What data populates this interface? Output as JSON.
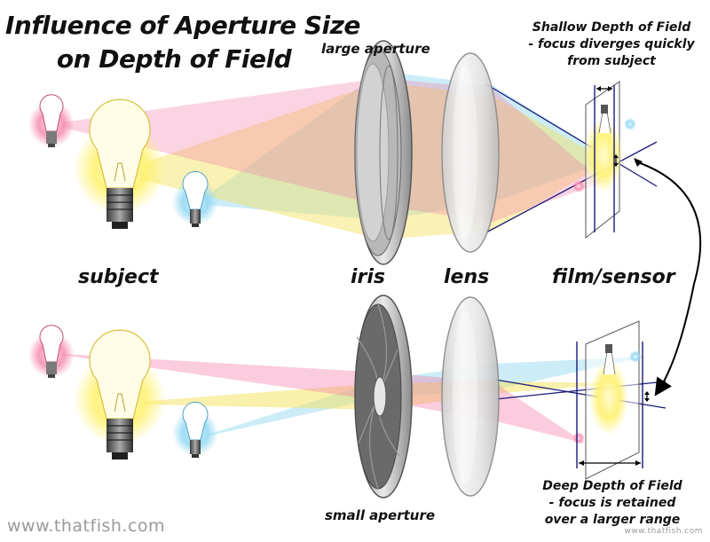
{
  "title": {
    "line1": "Influence of Aperture Size",
    "line2": "on Depth of Field"
  },
  "labels": {
    "large_aperture": "large aperture",
    "small_aperture": "small aperture",
    "subject": "subject",
    "iris": "iris",
    "lens": "lens",
    "sensor": "film/sensor"
  },
  "notes": {
    "shallow": [
      "Shallow Depth of Field",
      "- focus diverges quickly",
      "from subject"
    ],
    "deep": [
      "Deep Depth of Field",
      "- focus is retained",
      "over a larger range"
    ]
  },
  "watermark": {
    "left": "www.thatfish.com",
    "right": "www.thatfish.com"
  },
  "colors": {
    "red_light": "#f06aa0",
    "yellow_light": "#f4e15a",
    "blue_light": "#7fd0ee",
    "focus_line": "#1a1a7a",
    "arrow": "#000000",
    "iris_gray": "#8a8a8a",
    "lens_gray": "#d8d8d8"
  },
  "icons": {
    "bulb": "light-bulb-icon",
    "iris": "aperture-iris-icon",
    "lens": "convex-lens-icon",
    "sensor": "film-plane-icon",
    "arrow": "double-headed-curved-arrow-icon"
  }
}
